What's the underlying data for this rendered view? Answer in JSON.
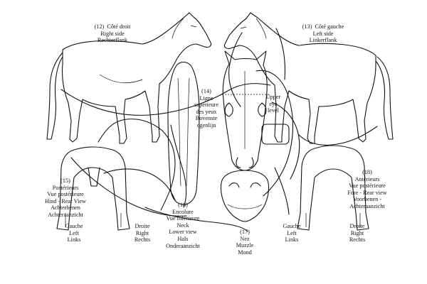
{
  "labels": {
    "right_side": "(12)  Côté droit\nRight side\nRechterflank",
    "left_side": "(13)  Côté gauche\nLeft side\nLinkerflank",
    "eye_line": "(14)\nLigne\nsupérieure\ndes yeux\nBovenste\nogenlijn",
    "upper_eye": "Upper\neye\nlevel",
    "hind": "(15)\nPostérieurs\nVue postérieure\nHind - Rear View\nAchterbenen\nAchteraanzicht",
    "fore": "(18)\nAntérieurs\nVue postérieure\nFore - Rear view\nVoorbenen -\nAchteraanzicht",
    "hind_left": "Gauche\nLeft\nLinks",
    "hind_right": "Droite\nRight\nRechts",
    "neck": "(16)\nEncolure\nVue inférieure\nNeck\nLower view\nHals\nOnderaanzicht",
    "muzzle": "(17)\nNez\nMuzzle\nMond",
    "fore_left": "Gauche\nLeft\nLinks",
    "fore_right": "Droite\nRight\nRechts"
  },
  "colors": {
    "ink": "#111111",
    "background": "#ffffff"
  }
}
